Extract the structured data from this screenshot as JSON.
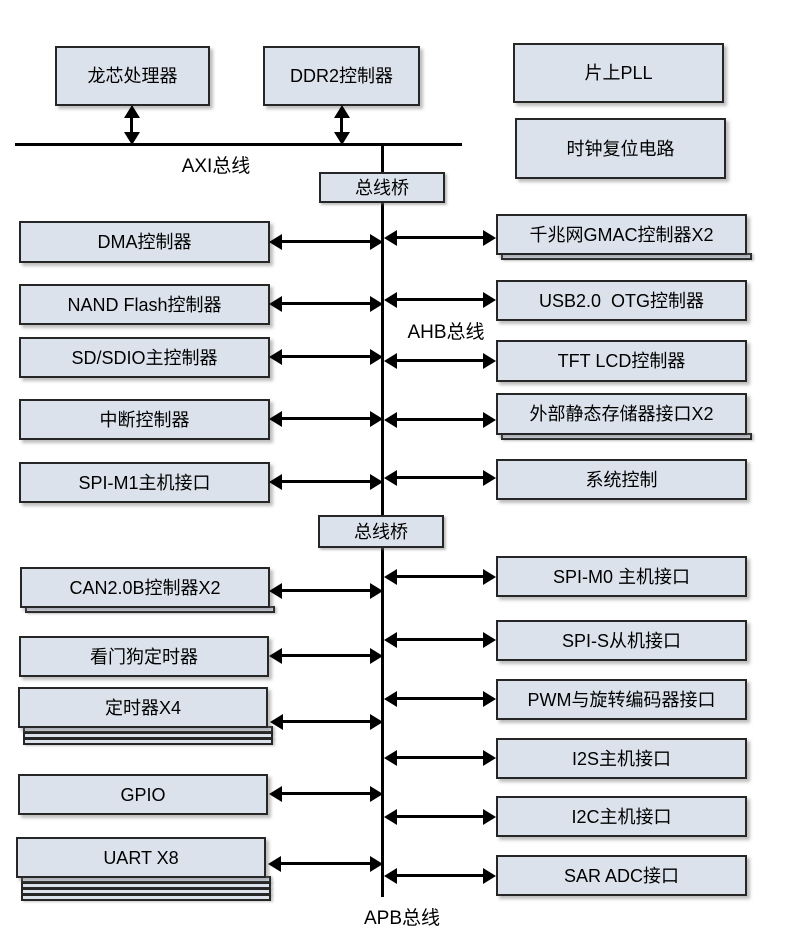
{
  "blocks": {
    "cpu": "龙芯处理器",
    "ddr2": "DDR2控制器",
    "pll": "片上PLL",
    "clock_reset": "时钟复位电路",
    "bridge1": "总线桥",
    "bridge2": "总线桥",
    "ahb_left": [
      "DMA控制器",
      "NAND Flash控制器",
      "SD/SDIO主控制器",
      "中断控制器",
      "SPI-M1主机接口"
    ],
    "ahb_right": [
      "千兆网GMAC控制器X2",
      "USB2.0  OTG控制器",
      "TFT LCD控制器",
      "外部静态存储器接口X2",
      "系统控制"
    ],
    "apb_left": [
      "CAN2.0B控制器X2",
      "看门狗定时器",
      "定时器X4",
      "GPIO",
      "UART X8"
    ],
    "apb_right": [
      "SPI-M0 主机接口",
      "SPI-S从机接口",
      "PWM与旋转编码器接口",
      "I2S主机接口",
      "I2C主机接口",
      "SAR ADC接口"
    ]
  },
  "bus_labels": {
    "axi": "AXI总线",
    "ahb": "AHB总线",
    "apb": "APB总线"
  },
  "colors": {
    "box_fill": "#dce2ec",
    "box_border": "#262626",
    "line": "#000000"
  }
}
